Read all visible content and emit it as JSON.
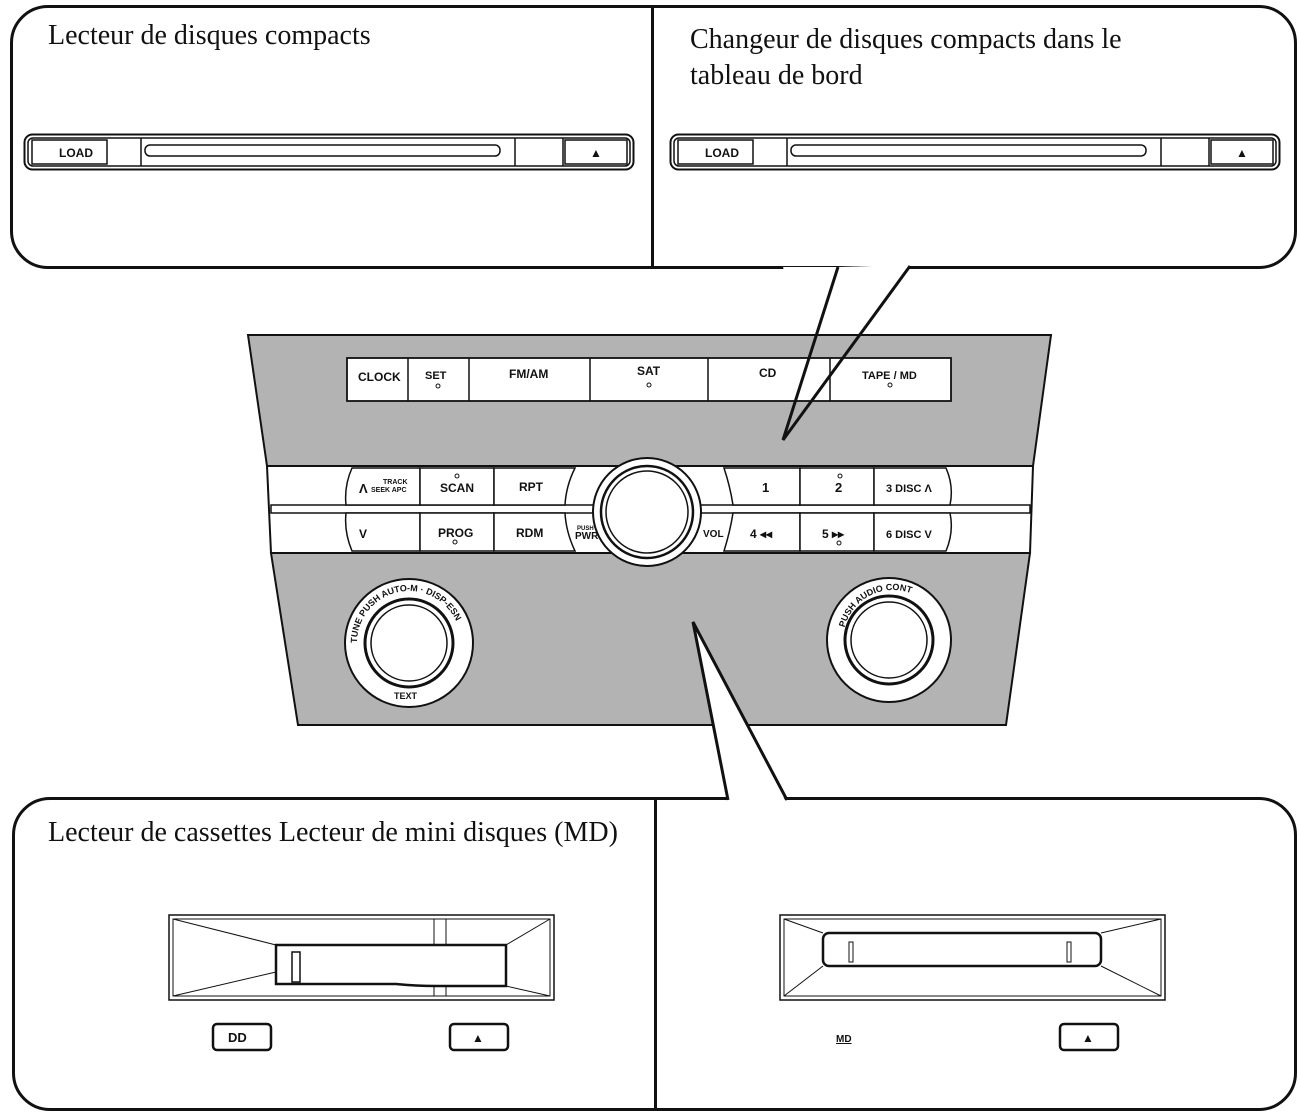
{
  "captions": {
    "cd_player": "Lecteur de disques compacts",
    "cd_changer": "Changeur de disques compacts dans le tableau de bord",
    "cassette_md": "Lecteur de cassettes Lecteur de mini disques (MD)"
  },
  "cd_slot": {
    "load_label": "LOAD",
    "eject_symbol": "▲"
  },
  "radio": {
    "top_buttons": [
      "CLOCK",
      "SET",
      "FM/AM",
      "SAT",
      "CD",
      "TAPE / MD"
    ],
    "row1": {
      "track": "Λ",
      "track_sub1": "TRACK",
      "track_sub2": "SEEK APC",
      "scan": "SCAN",
      "rpt": "RPT",
      "p1": "1",
      "p2": "2",
      "p3": "3 DISC Λ"
    },
    "row2": {
      "down": "V",
      "prog": "PROG",
      "rdm": "RDM",
      "push": "PUSH",
      "pwr": "PWR",
      "vol": "VOL",
      "p4": "4 ◂◂",
      "p5": "5 ▸▸",
      "p6": "6 DISC V"
    },
    "left_knob": {
      "ring_text": "TUNE PUSH AUTO-M · DISP-ESN",
      "bottom_text": "TEXT"
    },
    "right_knob": {
      "ring_text": "PUSH AUDIO CONT"
    }
  },
  "cassette": {
    "dolby_symbol": "DD",
    "eject_symbol": "▲"
  },
  "minidisc": {
    "logo_text": "MD",
    "eject_symbol": "▲"
  },
  "colors": {
    "panel_gray": "#b3b3b3",
    "line": "#111111"
  }
}
